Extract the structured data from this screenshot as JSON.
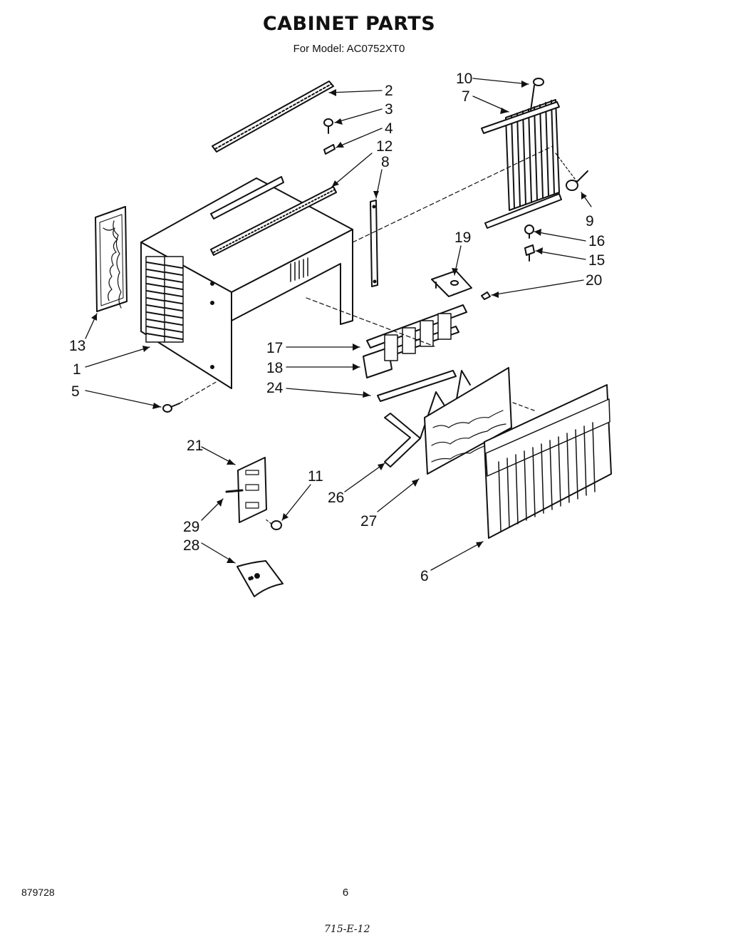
{
  "title": "CABINET PARTS",
  "subtitle": "For Model: AC0752XT0",
  "footer": {
    "doc_number": "879728",
    "page_number": "6",
    "handwritten_code": "715-E-12"
  },
  "callouts": {
    "c1": "1",
    "c2": "2",
    "c3": "3",
    "c4": "4",
    "c5": "5",
    "c6": "6",
    "c7": "7",
    "c8": "8",
    "c9": "9",
    "c10": "10",
    "c11": "11",
    "c12": "12",
    "c13": "13",
    "c15": "15",
    "c16": "16",
    "c17": "17",
    "c18": "18",
    "c19": "19",
    "c20": "20",
    "c21": "21",
    "c24": "24",
    "c26": "26",
    "c27": "27",
    "c28": "28",
    "c29": "29"
  }
}
